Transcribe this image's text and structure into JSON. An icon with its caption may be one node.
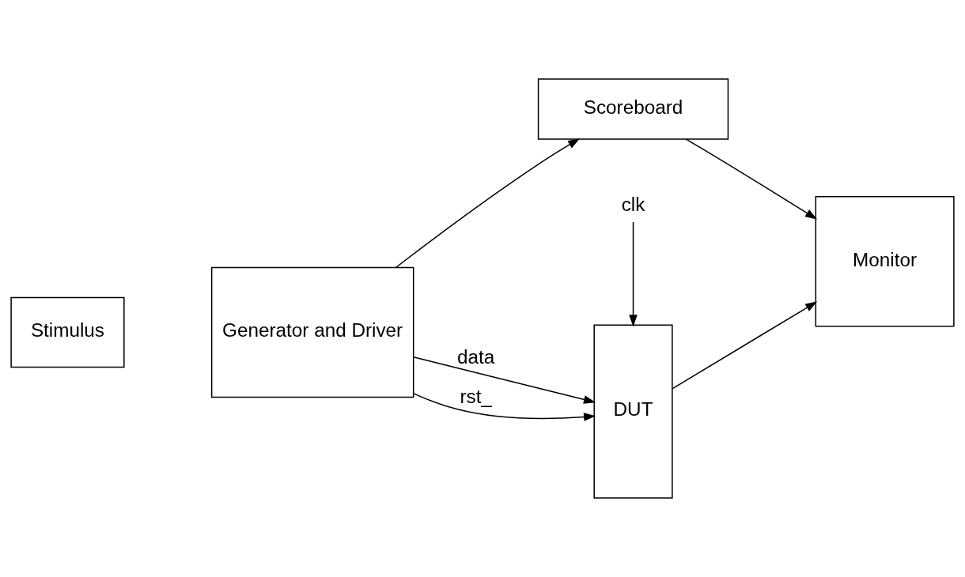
{
  "diagram": {
    "nodes": [
      {
        "text": [
          "Stimulus"
        ]
      },
      {
        "text": [
          "Generator and Driver"
        ]
      },
      {
        "text": [
          "Scoreboard"
        ]
      },
      {
        "text": [
          "DUT"
        ]
      },
      {
        "text": [
          "Monitor"
        ]
      },
      {
        "text": [
          "clk"
        ]
      }
    ],
    "edges": [
      {
        "from": 1,
        "to": 2,
        "arrow": "to"
      },
      {
        "from": 2,
        "to": 4,
        "arrow": "to"
      },
      {
        "from": 1,
        "to": 3,
        "arrow": "to",
        "label": "data"
      },
      {
        "from": 1,
        "to": 3,
        "arrow": "to",
        "label": "rst_"
      },
      {
        "from": 3,
        "to": 4,
        "arrow": "to"
      },
      {
        "from": 5,
        "to": 3,
        "arrow": "to"
      }
    ]
  }
}
